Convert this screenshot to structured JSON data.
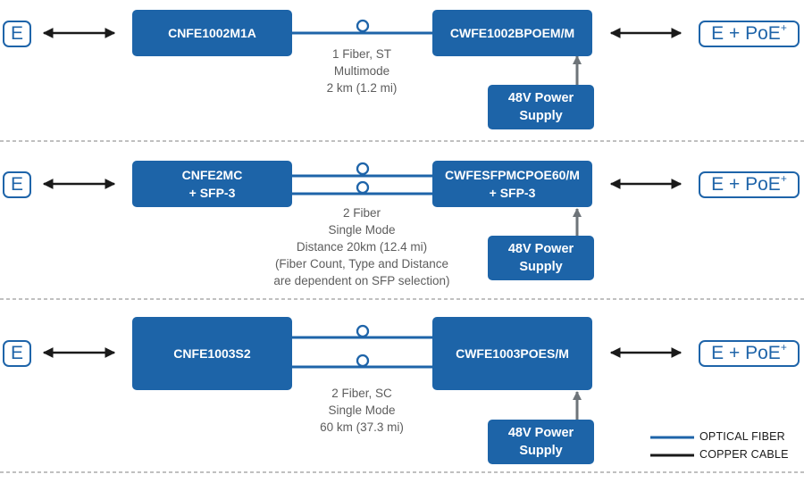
{
  "rows": [
    {
      "left_label": "E",
      "right_label": "E + PoE",
      "right_label_sup": "+",
      "left_device": [
        "CNFE1002M1A"
      ],
      "right_device": [
        "CWFE1002BPOEM/M"
      ],
      "power": [
        "48V Power",
        "Supply"
      ],
      "fiber_count": 1,
      "description": [
        "1 Fiber, ST",
        "Multimode",
        "2 km (1.2 mi)"
      ]
    },
    {
      "left_label": "E",
      "right_label": "E + PoE",
      "right_label_sup": "+",
      "left_device": [
        "CNFE2MC",
        "+ SFP-3"
      ],
      "right_device": [
        "CWFESFPMCPOE60/M",
        "+ SFP-3"
      ],
      "power": [
        "48V Power",
        "Supply"
      ],
      "fiber_count": 2,
      "description": [
        "2 Fiber",
        "Single Mode",
        "Distance 20km (12.4 mi)",
        "(Fiber Count, Type and Distance",
        "are dependent on SFP selection)"
      ]
    },
    {
      "left_label": "E",
      "right_label": "E + PoE",
      "right_label_sup": "+",
      "left_device": [
        "CNFE1003S2"
      ],
      "right_device": [
        "CWFE1003POES/M"
      ],
      "power": [
        "48V Power",
        "Supply"
      ],
      "fiber_count": 2,
      "description": [
        "2 Fiber, SC",
        "Single Mode",
        "60 km (37.3 mi)"
      ]
    }
  ],
  "legend": {
    "optical_fiber": "OPTICAL FIBER",
    "copper_cable": "COPPER CABLE"
  },
  "colors": {
    "device_blue": "#1d64a8",
    "fiber_blue": "#1e64a9",
    "copper_black": "#1a1a1a",
    "arrow_gray": "#6e7479",
    "divider_gray": "#9a9a9a",
    "text_gray": "#5d5d5d"
  }
}
